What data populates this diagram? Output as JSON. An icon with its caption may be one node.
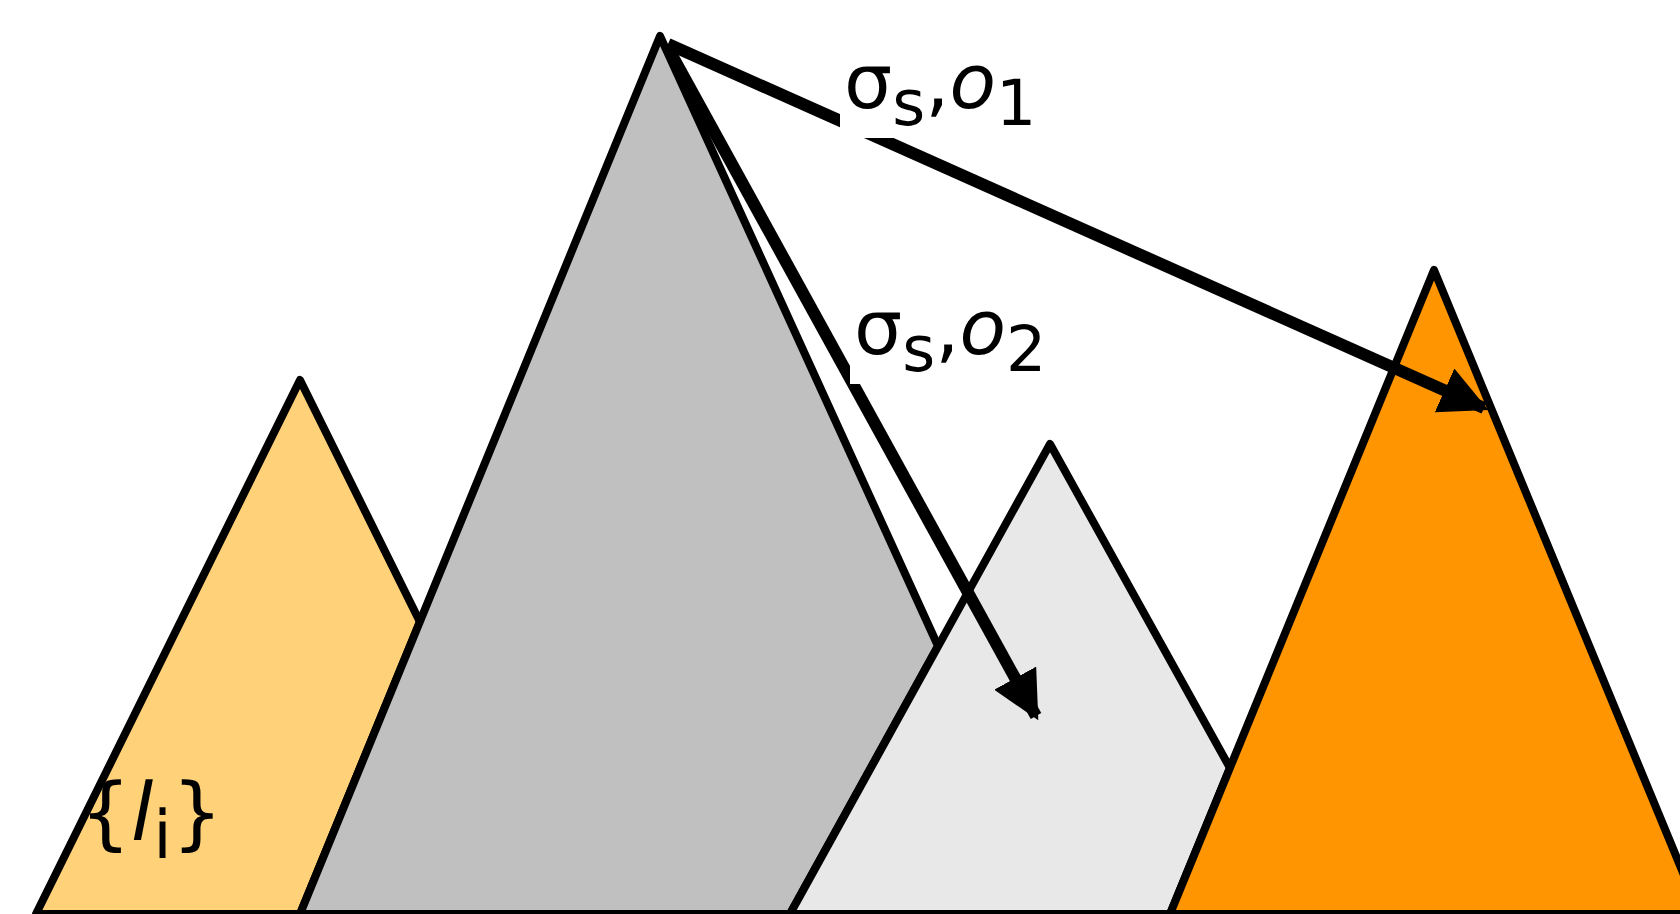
{
  "diagram": {
    "nodes": [
      {
        "text": [
          "{*l*$_{i}$}"
        ]
      },
      {
        "text": [],
        "shape": "triangle"
      },
      {
        "text": [],
        "shape": "triangle"
      },
      {
        "text": [],
        "shape": "triangle"
      }
    ],
    "edges": [
      {
        "from": 1,
        "to": 3,
        "arrow": "to",
        "label": "σ$_{s}$,*o*$_{1}$"
      },
      {
        "from": 1,
        "to": 2,
        "arrow": "to",
        "label": "σ$_{s}$,*o*$_{2}$"
      }
    ]
  }
}
